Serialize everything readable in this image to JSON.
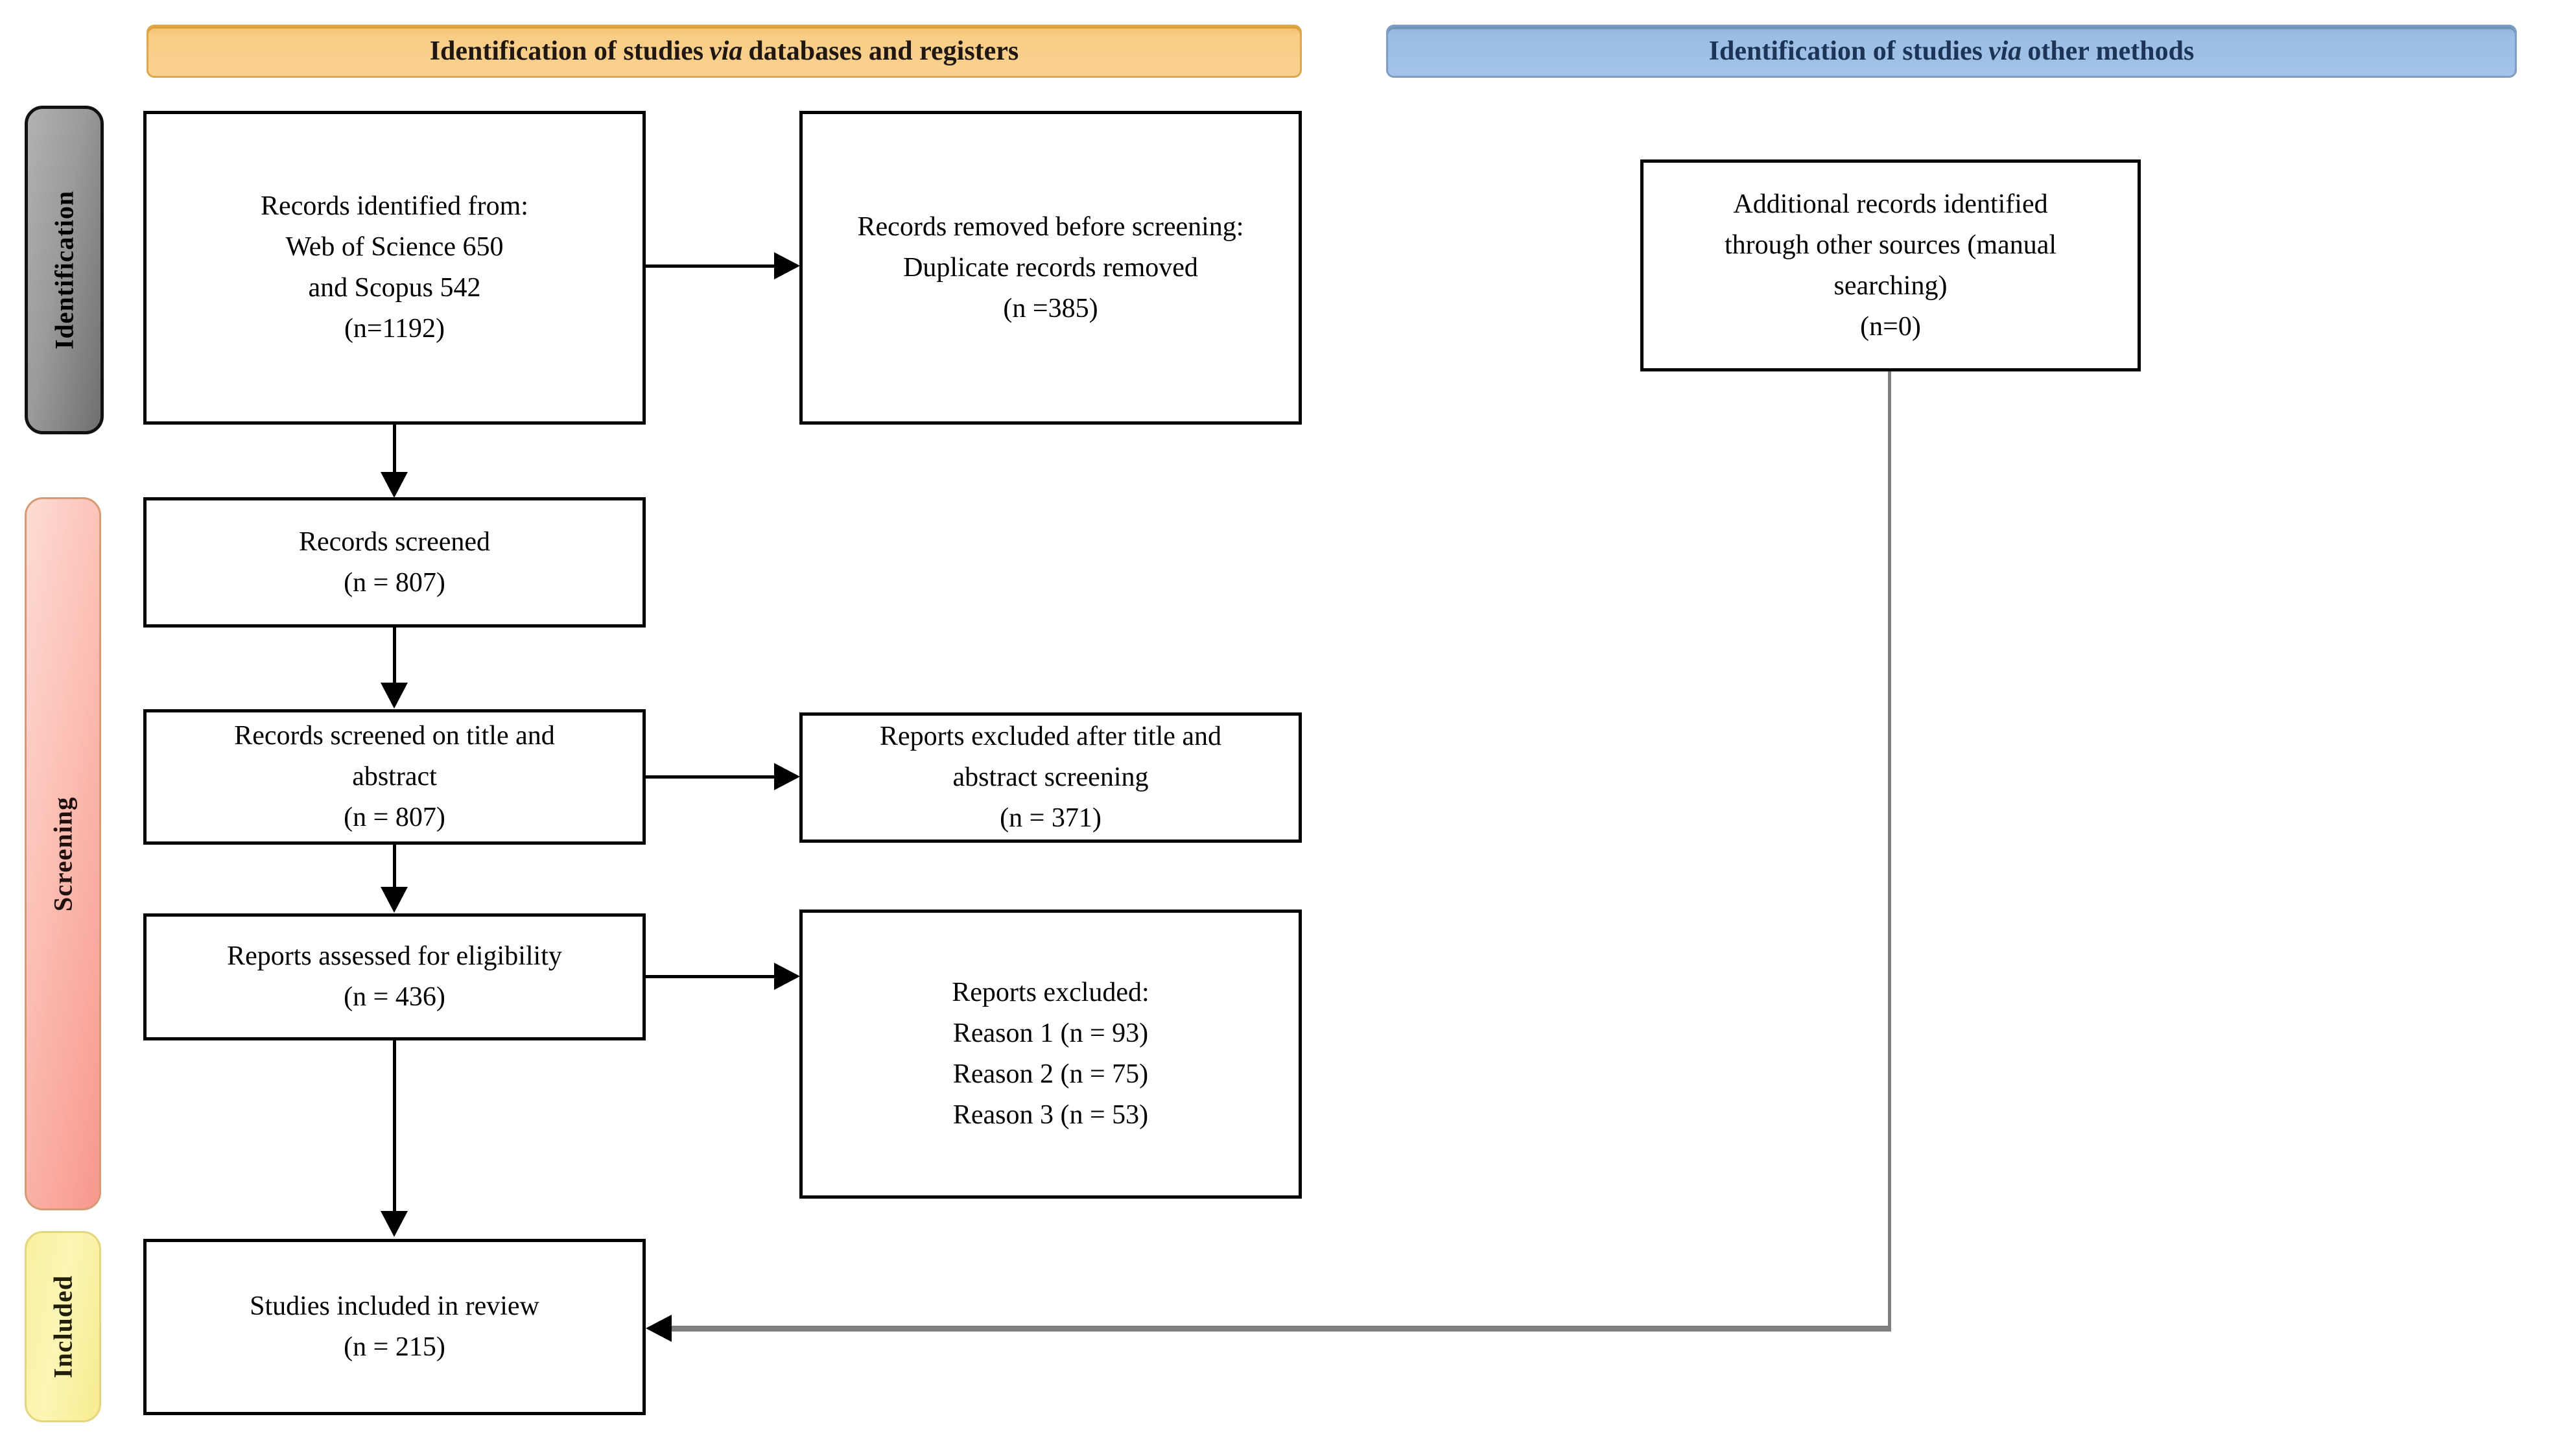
{
  "headers": {
    "databases": {
      "prefix": "Identification of studies ",
      "via": "via",
      "suffix": " databases and registers"
    },
    "other_methods": {
      "prefix": "Identification of studies ",
      "via": "via",
      "suffix": " other methods"
    }
  },
  "stages": {
    "identification": "Identification",
    "screening": "Screening",
    "included": "Included"
  },
  "boxes": {
    "records_identified": "Records identified from:\nWeb of Science 650\nand Scopus 542\n(n=1192)",
    "records_removed": "Records removed before screening:\nDuplicate records removed\n(n =385)",
    "additional_records": "Additional records identified\nthrough other sources (manual\nsearching)\n(n=0)",
    "records_screened": "Records screened\n(n = 807)",
    "records_screened_title_abstract": "Records screened on title and\nabstract\n(n = 807)",
    "reports_excluded_title_abstract": "Reports excluded after title and\nabstract screening\n(n = 371)",
    "reports_assessed": "Reports assessed for eligibility\n(n = 436)",
    "reports_excluded_reasons": "Reports excluded:\nReason 1 (n = 93)\nReason 2 (n = 75)\nReason 3 (n = 53)",
    "studies_included": "Studies included in review\n(n = 215)"
  },
  "colors": {
    "header_orange_fill": "#f8cd85",
    "header_orange_border": "#dfa64a",
    "header_blue_fill": "#9cbee4",
    "header_blue_border": "#7e9dc4",
    "header_blue_text": "#1c3557",
    "stage_identification_fill": "#9a9a9a",
    "stage_screening_fill": "#f8978c",
    "stage_included_fill": "#fcf5b4",
    "box_border": "#000000",
    "connector_black": "#000000",
    "connector_gray": "#7f7f7f"
  }
}
